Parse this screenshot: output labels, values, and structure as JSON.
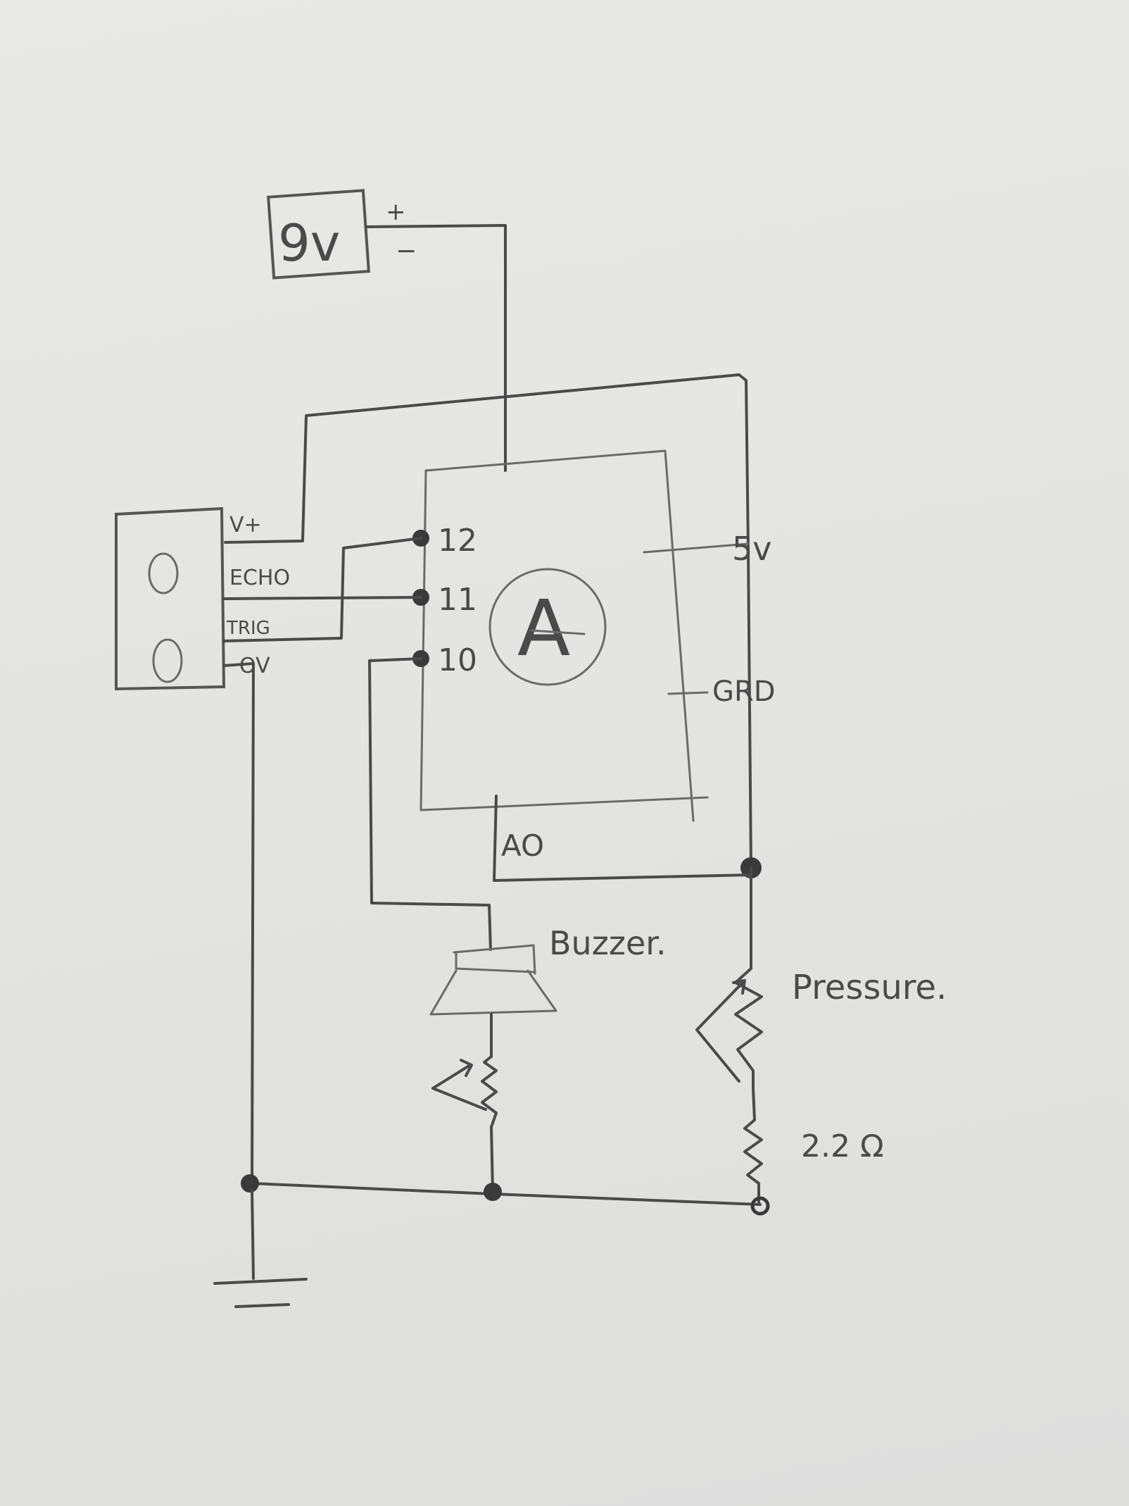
{
  "battery": {
    "label": "9v",
    "plus": "+",
    "minus": "−"
  },
  "sensor": {
    "pins": [
      "V+",
      "ECHO",
      "TRIG",
      "OV"
    ],
    "eyes": [
      "O",
      "O"
    ]
  },
  "board": {
    "logo": "A",
    "pins": [
      "12",
      "11",
      "10"
    ],
    "power_pins": [
      "5v",
      "GRD"
    ],
    "analog_pin": "AO"
  },
  "components": {
    "buzzer": "Buzzer.",
    "pressure": "Pressure.",
    "resistor": "2.2 Ω"
  }
}
